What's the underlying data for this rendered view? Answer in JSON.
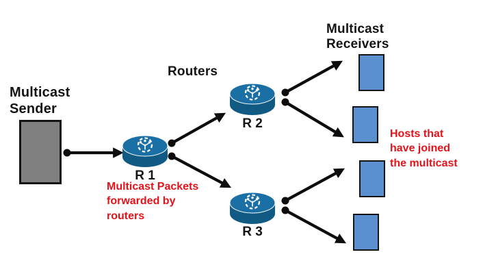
{
  "diagram": {
    "sender": {
      "label": "Multicast\nSender"
    },
    "routers_heading": "Routers",
    "receivers_heading": "Multicast\nReceivers",
    "routers": [
      {
        "label": "R 1"
      },
      {
        "label": "R 2"
      },
      {
        "label": "R 3"
      }
    ],
    "receiver_box_count": 4,
    "annotations": {
      "packets": "Multicast Packets\nforwarded by\nrouters",
      "hosts": "Hosts that\nhave joined\nthe multicast"
    },
    "connections": [
      {
        "from": "sender",
        "to": "R 1"
      },
      {
        "from": "R 1",
        "to": "R 2"
      },
      {
        "from": "R 1",
        "to": "R 3"
      },
      {
        "from": "R 2",
        "to": "receiver-1"
      },
      {
        "from": "R 2",
        "to": "receiver-2"
      },
      {
        "from": "R 3",
        "to": "receiver-3"
      },
      {
        "from": "R 3",
        "to": "receiver-4"
      }
    ],
    "colors": {
      "router_blue": "#1a6fa5",
      "router_blue_dark": "#115a84",
      "receiver_blue": "#5b8fd0",
      "sender_gray": "#808080",
      "annotation_red": "#e3131b",
      "line_black": "#0d0d0d"
    }
  }
}
